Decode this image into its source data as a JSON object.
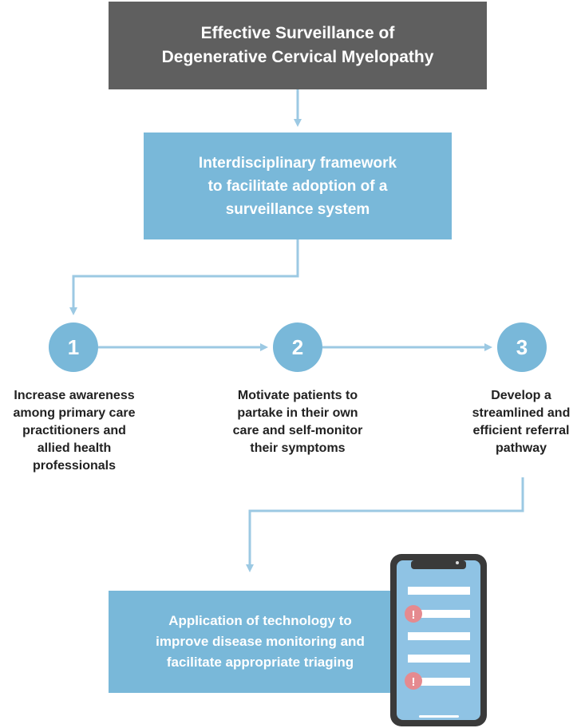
{
  "title": {
    "line1": "Effective Surveillance of",
    "line2": "Degenerative Cervical Myelopathy"
  },
  "framework": {
    "line1": "Interdisciplinary framework",
    "line2": "to facilitate adoption of a",
    "line3": "surveillance system"
  },
  "steps": [
    {
      "number": "1",
      "lines": [
        "Increase awareness",
        "among primary care",
        "practitioners and",
        "allied health",
        "professionals"
      ]
    },
    {
      "number": "2",
      "lines": [
        "Motivate patients to",
        "partake in their own",
        "care and self-monitor",
        "their symptoms"
      ]
    },
    {
      "number": "3",
      "lines": [
        "Develop a",
        "streamlined and",
        "efficient referral",
        "pathway"
      ]
    }
  ],
  "technology": {
    "line1": "Application of technology to",
    "line2": "improve disease monitoring and",
    "line3": "facilitate appropriate triaging"
  },
  "phone": {
    "alert_symbol": "!"
  },
  "colors": {
    "dark_box": "#5f5f5f",
    "accent_blue": "#79b8d9",
    "arrow_blue": "#9cc9e3",
    "alert_red": "#e58a8f",
    "phone_body": "#3a3a3a",
    "phone_screen": "#8fc3e4"
  },
  "icons": [
    "phone-icon",
    "alert-icon",
    "arrow-icon"
  ]
}
